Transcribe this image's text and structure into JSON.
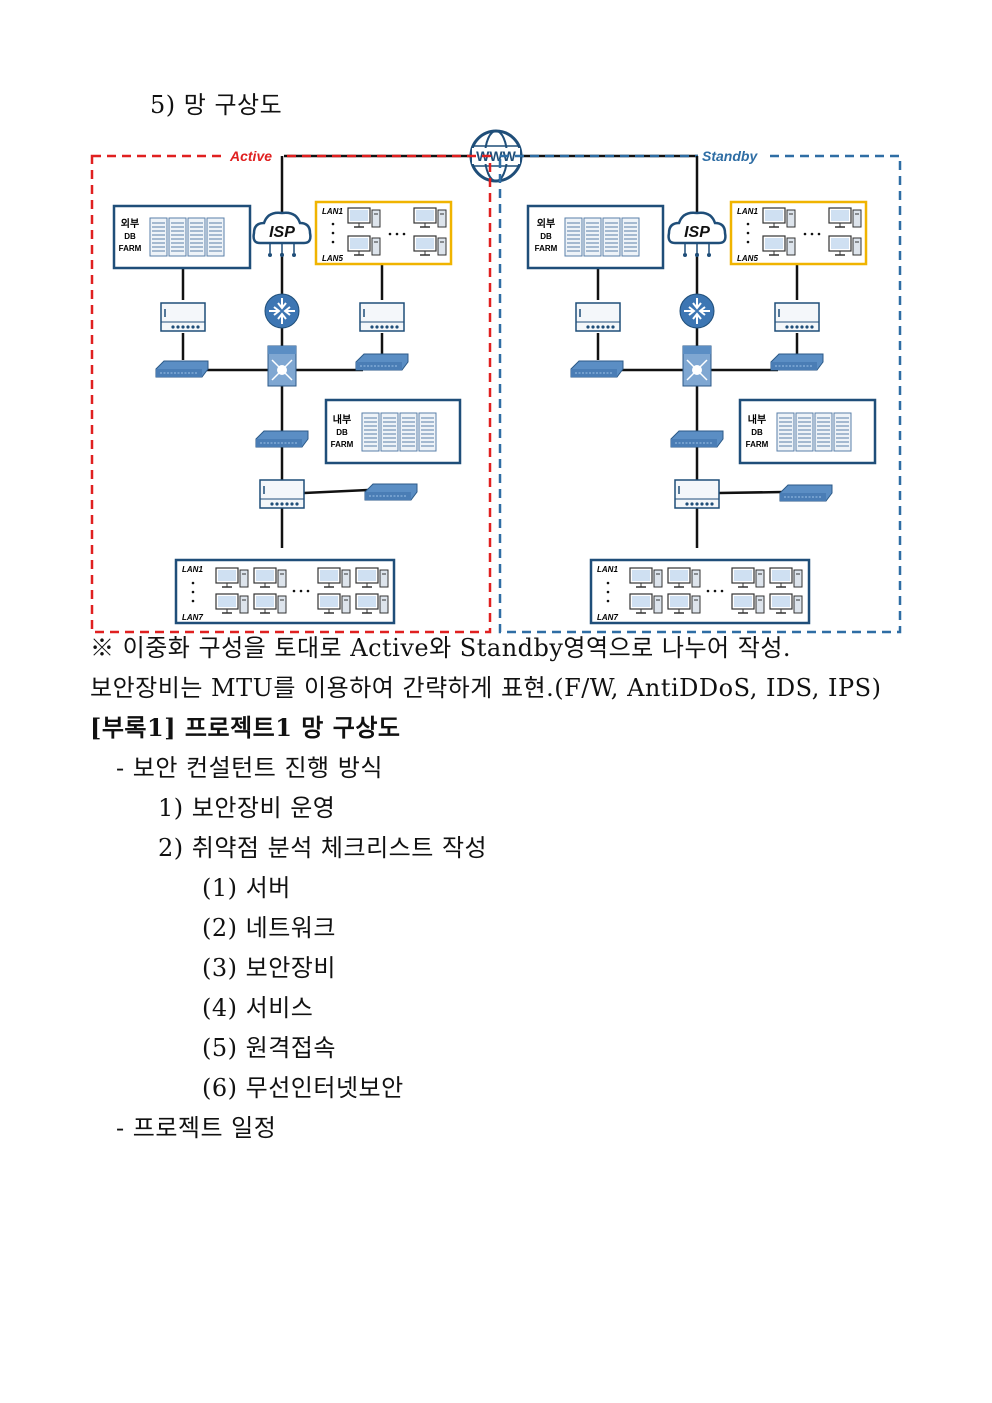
{
  "heading": "5) 망 구상도",
  "diagram": {
    "www_label": "WWW",
    "active_label": "Active",
    "standby_label": "Standby",
    "isp_label": "ISP",
    "external_db": [
      "외부",
      "DB",
      "FARM"
    ],
    "internal_db": [
      "내부",
      "DB",
      "FARM"
    ],
    "lan_top": [
      "LAN1",
      "LAN5"
    ],
    "lan_bottom": [
      "LAN1",
      "LAN7"
    ],
    "colors": {
      "active": "#e02020",
      "standby": "#2e6da4",
      "box": "#1f4e79",
      "lan_box": "#f0b400",
      "line": "#111111"
    }
  },
  "notes": [
    "※ 이중화 구성을 토대로 Active와 Standby영역으로 나누어 작성.",
    "보안장비는 MTU를 이용하여 간략하게 표현.(F/W, AntiDDoS, IDS, IPS)"
  ],
  "appendix_title": "[부록1] 프로젝트1 망 구상도",
  "items": [
    "- 보안 컨설턴트 진행 방식",
    "1) 보안장비 운영",
    "2) 취약점 분석 체크리스트 작성",
    "(1) 서버",
    "(2) 네트워크",
    "(3) 보안장비",
    "(4) 서비스",
    "(5) 원격접속",
    "(6) 무선인터넷보안",
    "- 프로젝트 일정"
  ]
}
